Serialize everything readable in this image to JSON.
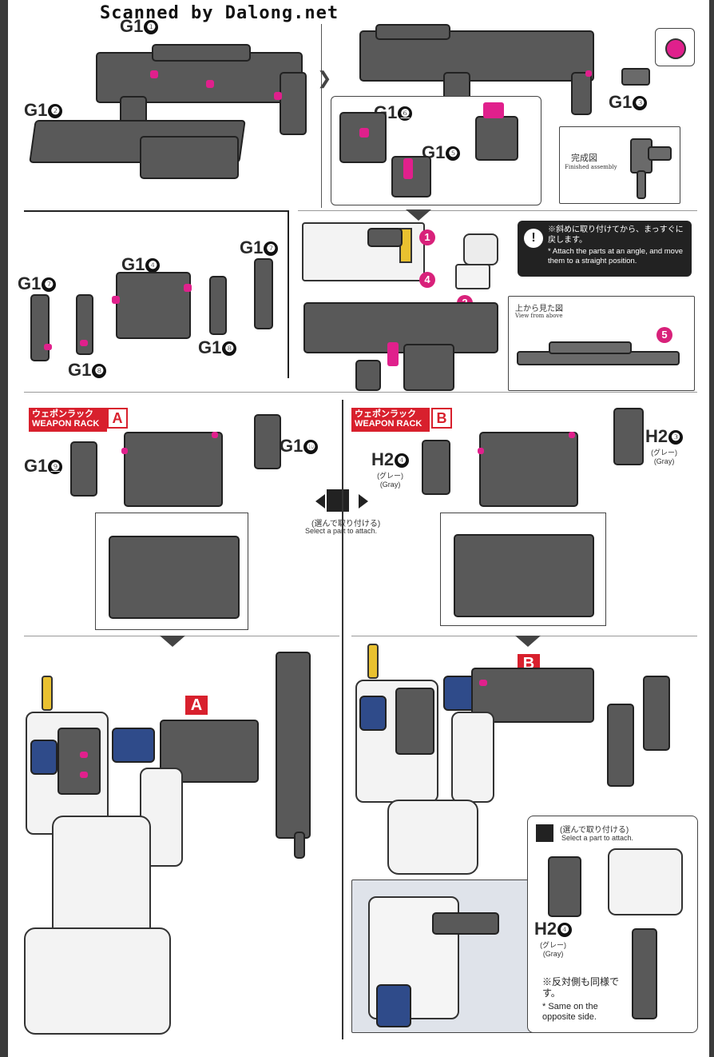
{
  "watermark": "Scanned by Dalong.net",
  "parts": {
    "g1_1": {
      "code": "G1",
      "num": "❶"
    },
    "g1_2": {
      "code": "G1",
      "num": "❷"
    },
    "g1_3": {
      "code": "G1",
      "num": "❸"
    },
    "g1_4": {
      "code": "G1",
      "num": "❹"
    },
    "g1_5": {
      "code": "G1",
      "num": "❺"
    },
    "g1_6": {
      "code": "G1",
      "num": "❻"
    },
    "g1_7a": {
      "code": "G1",
      "num": "❼"
    },
    "g1_7b": {
      "code": "G1",
      "num": "❼"
    },
    "g1_8a": {
      "code": "G1",
      "num": "❽"
    },
    "g1_8b": {
      "code": "G1",
      "num": "❽"
    },
    "g1_9": {
      "code": "G1",
      "num": "❾"
    },
    "g1_10": {
      "code": "G1",
      "num": "❿"
    },
    "h2_3": {
      "code": "H2",
      "num": "❸",
      "jp": "(グレー)",
      "en": "(Gray)"
    },
    "h2_4a": {
      "code": "H2",
      "num": "❹",
      "jp": "(グレー)",
      "en": "(Gray)"
    },
    "h2_4b": {
      "code": "H2",
      "num": "❹",
      "jp": "(グレー)",
      "en": "(Gray)"
    }
  },
  "finished": {
    "jp": "完成図",
    "en": "Finished assembly"
  },
  "view_above": {
    "jp": "上から見た図",
    "en": "View from above"
  },
  "notice": {
    "icon": "!",
    "jp": "※斜めに取り付けてから、まっすぐに戻します。",
    "en": "* Attach the parts at an angle, and move them to a straight position."
  },
  "steps": [
    "1",
    "2",
    "3",
    "4",
    "5"
  ],
  "weapon_rack_a": {
    "jp": "ウェポンラック",
    "en": "WEAPON RACK",
    "letter": "A"
  },
  "weapon_rack_b": {
    "jp": "ウェポンラック",
    "en": "WEAPON RACK",
    "letter": "B"
  },
  "select_part": {
    "jp": "(選んで取り付ける)",
    "en": "Select a part to attach."
  },
  "select_part2": {
    "jp": "(選んで取り付ける)",
    "en": "Select a part to attach."
  },
  "big_a": "A",
  "big_b": "B",
  "same_side": {
    "jp": "※反対側も同様です。",
    "en": "* Same on the opposite side."
  },
  "colors": {
    "part": "#595959",
    "pink": "#e0208c",
    "red": "#d8202d",
    "blue": "#2f4b8a",
    "yellow": "#e9c130"
  }
}
